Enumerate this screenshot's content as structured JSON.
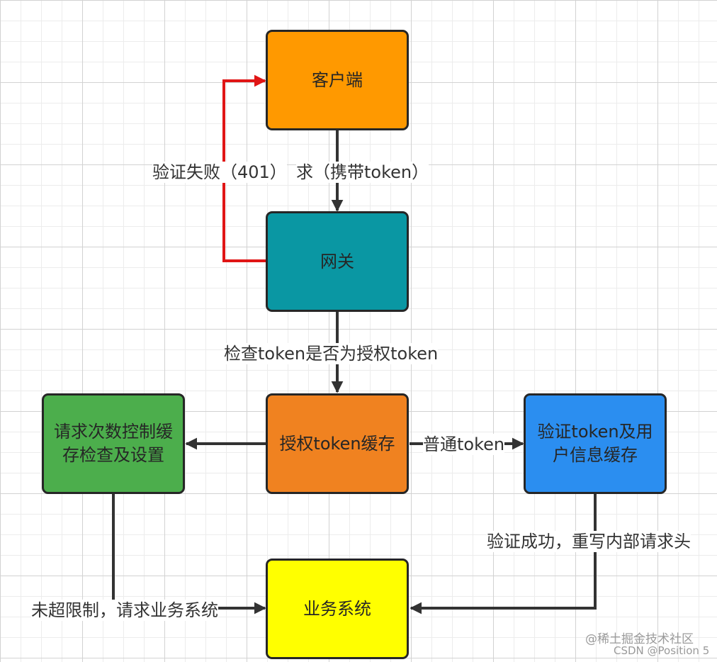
{
  "nodes": {
    "client": "客户端",
    "gateway": "网关",
    "auth_cache": "授权token缓存",
    "rate_limit": "请求次数控制缓存检查及设置",
    "verify_cache": "验证token及用户信息缓存",
    "business": "业务系统"
  },
  "edges": {
    "client_to_gateway": "求（携带token）",
    "gateway_fail": "验证失败（401）",
    "gateway_to_auth": "检查token是否为授权token",
    "auth_to_verify": "普通token",
    "verify_to_business": "验证成功，重写内部请求头",
    "rate_to_business": "未超限制，请求业务系统"
  },
  "colors": {
    "client": "#ff9900",
    "gateway": "#0a97a3",
    "auth_cache": "#f08220",
    "rate_limit": "#4cae4c",
    "verify_cache": "#2b8ef0",
    "business": "#ffff00",
    "fail_edge": "#e01515",
    "edge": "#333333"
  },
  "watermark": {
    "juejin": "@稀土掘金技术社区",
    "csdn": "CSDN @Position 5"
  }
}
